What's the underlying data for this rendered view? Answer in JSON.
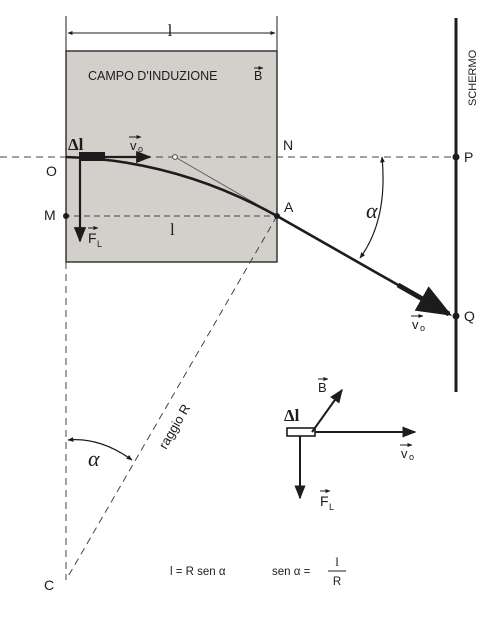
{
  "labels": {
    "width_symbol": "l",
    "field_title": "CAMPO D'INDUZIONE",
    "field_vector": "B",
    "screen": "SCHERMO",
    "delta_l": "Δl",
    "v0": "v",
    "v0_sub": "o",
    "point_O": "O",
    "point_N": "N",
    "point_P": "P",
    "point_M": "M",
    "point_A": "A",
    "point_Q": "Q",
    "point_C": "C",
    "force": "F",
    "force_sub": "L",
    "inner_l": "l",
    "alpha": "α",
    "radius": "raggio R"
  },
  "inset": {
    "b": "B",
    "delta_l": "Δl",
    "v0": "v",
    "v0_sub": "o",
    "force": "F",
    "force_sub": "L"
  },
  "formula": {
    "part1": "l = R sen α",
    "part2_lhs": "sen α =",
    "numerator": "l",
    "denominator": "R"
  },
  "colors": {
    "ink": "#1c1c1c",
    "field_fill": "#d3cfca"
  }
}
